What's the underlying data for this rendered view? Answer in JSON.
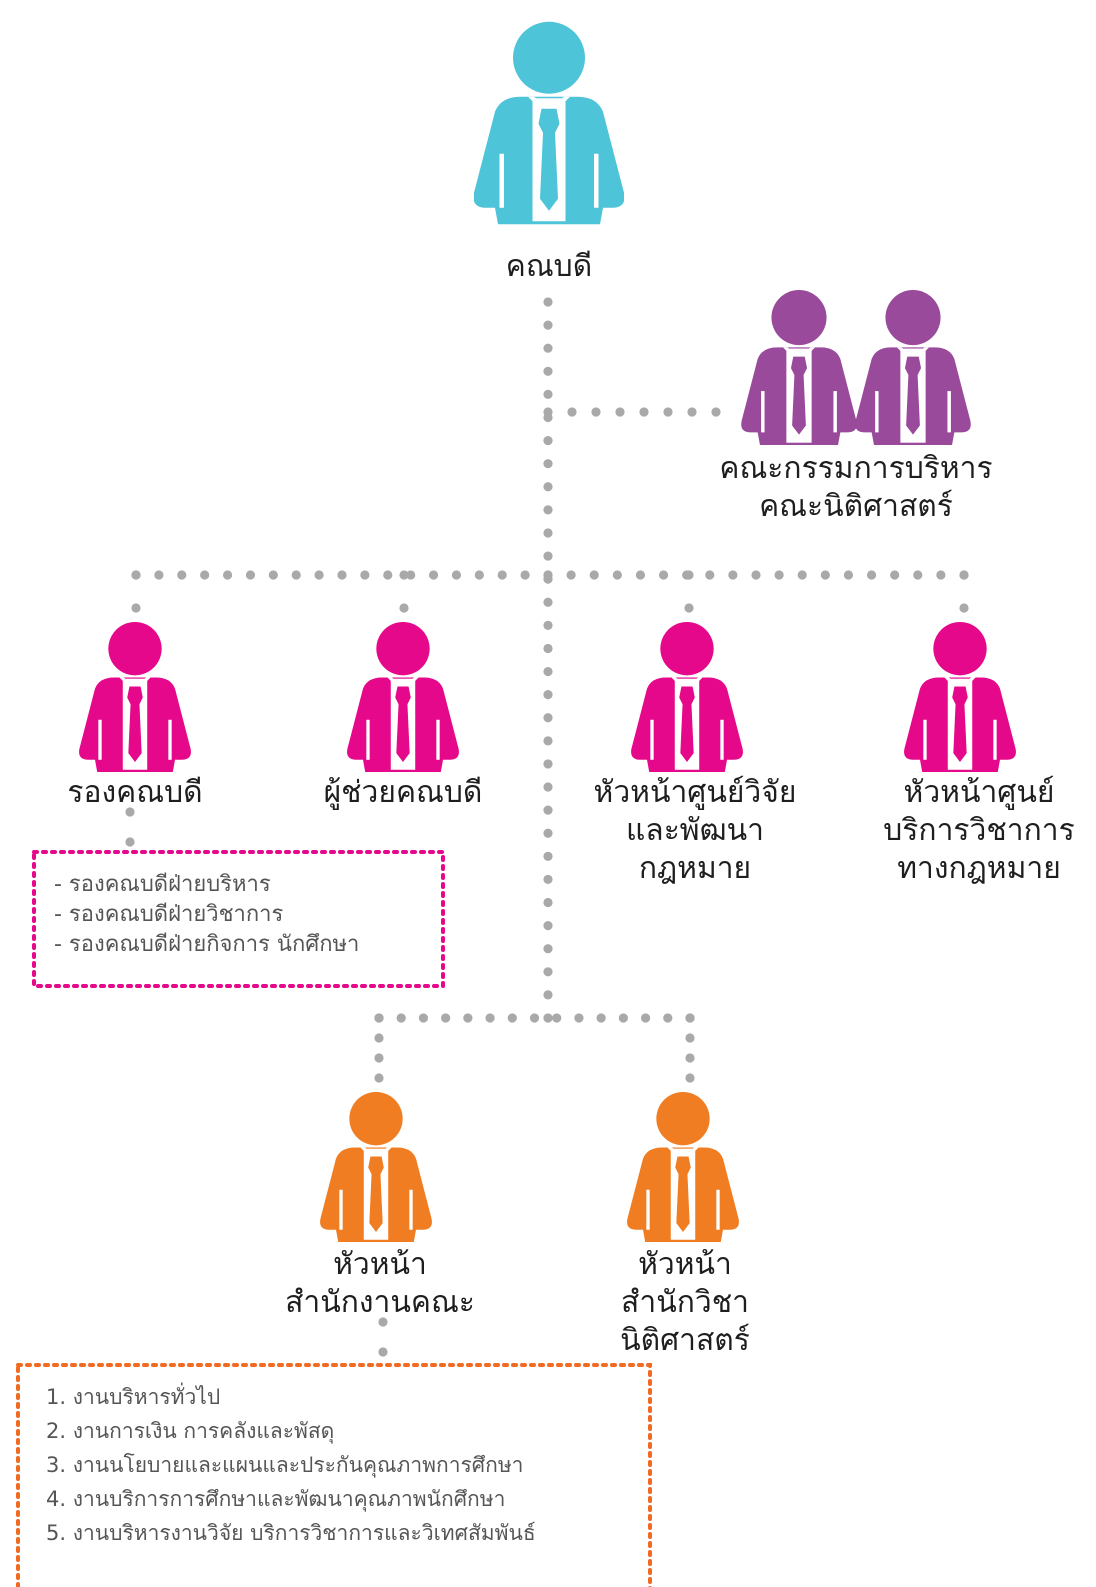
{
  "colors": {
    "dean": "#4ec4d8",
    "committee": "#9a4a9b",
    "deputy": "#e6088a",
    "office": "#f07d22",
    "connector": "#a9a9a9",
    "deputy_box_border": "#e6088a",
    "office_box_border": "#f06a22"
  },
  "icons": {
    "person": "person-icon"
  },
  "dean": {
    "label": "คณบดี"
  },
  "committee": {
    "line1": "คณะกรรมการบริหาร",
    "line2": "คณะนิติศาสตร์"
  },
  "tier2": {
    "vice_dean": {
      "label": "รองคณบดี"
    },
    "assistant_dean": {
      "label": "ผู้ช่วยคณบดี"
    },
    "research_center": {
      "line1": "หัวหน้าศูนย์วิจัย",
      "line2": "และพัฒนา",
      "line3": "กฎหมาย"
    },
    "service_center": {
      "line1": "หัวหน้าศูนย์",
      "line2": "บริการวิชาการ",
      "line3": "ทางกฎหมาย"
    }
  },
  "vice_dean_list": [
    "- รองคณบดีฝ่ายบริหาร",
    "- รองคณบดีฝ่ายวิชาการ",
    "- รองคณบดีฝ่ายกิจการ นักศึกษา"
  ],
  "tier3": {
    "faculty_office": {
      "line1": "หัวหน้า",
      "line2": "สำนักงานคณะ"
    },
    "law_school_office": {
      "line1": "หัวหน้า",
      "line2": "สำนักวิชา",
      "line3": "นิติศาสตร์"
    }
  },
  "office_tasks": [
    "1. งานบริหารทั่วไป",
    "2. งานการเงิน การคลังและพัสดุ",
    "3. งานนโยบายและแผนและประกันคุณภาพการศึกษา",
    "4. งานบริการการศึกษาและพัฒนาคุณภาพนักศึกษา",
    "5. งานบริหารงานวิจัย บริการวิชาการและวิเทศสัมพันธ์"
  ]
}
